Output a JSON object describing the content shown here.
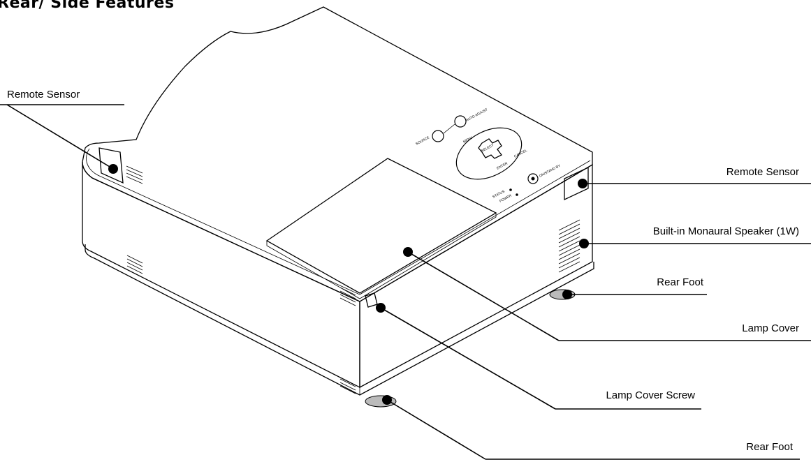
{
  "heading": "Rear/ Side Features",
  "callouts": {
    "remote_sensor_left": "Remote Sensor",
    "remote_sensor_right": "Remote Sensor",
    "speaker": "Built-in Monaural Speaker (1W)",
    "rear_foot_upper": "Rear Foot",
    "lamp_cover": "Lamp Cover",
    "lamp_cover_screw": "Lamp Cover Screw",
    "rear_foot_lower": "Rear Foot"
  },
  "panel": {
    "source": "SOURCE",
    "auto_adjust": "AUTO ADJUST",
    "menu": "MENU",
    "select": "SELECT",
    "enter": "ENTER",
    "cancel": "CANCEL",
    "on_stand_by": "ON/STAND BY",
    "status": "STATUS",
    "power": "POWER"
  }
}
